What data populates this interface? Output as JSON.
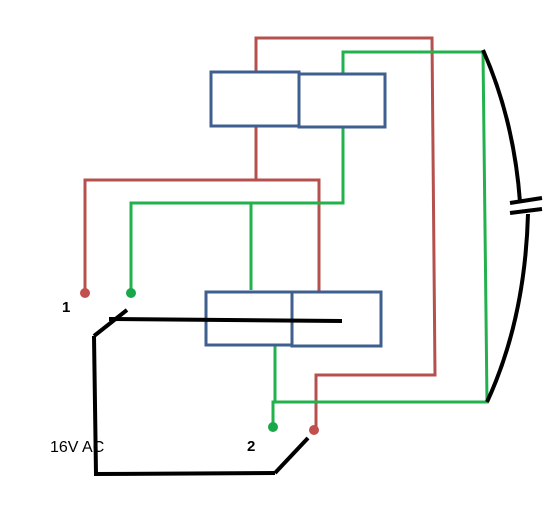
{
  "labels": {
    "switch_1": "1",
    "switch_2": "2",
    "power": "16V AC"
  },
  "colors": {
    "red_wire": "#b5504d",
    "green_wire": "#22b14c",
    "box_stroke": "#3f5f8f",
    "black_wire": "#000000",
    "red_terminal": "#c0504d",
    "green_terminal": "#18a84a"
  },
  "components": {
    "upper_double_box": "rectangle-pair",
    "lower_double_box": "rectangle-pair",
    "capacitor": "capacitor-symbol",
    "switch_1": "spdt-switch",
    "switch_2": "spdt-switch"
  }
}
